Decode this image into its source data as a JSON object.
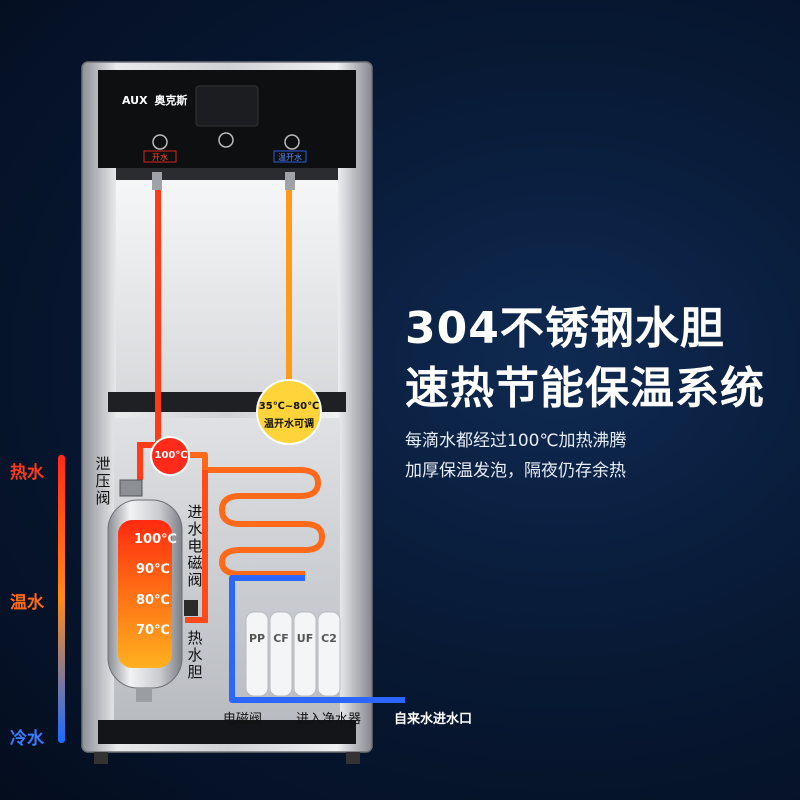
{
  "headline": {
    "line1": "304不锈钢水胆",
    "line2": "速热节能保温系统"
  },
  "features": [
    "每滴水都经过100℃加热沸腾",
    "加厚保温发泡，隔夜仍存余热"
  ],
  "brand": {
    "logo": "AUX",
    "name": "奥克斯"
  },
  "panel": {
    "hot_button": "开水",
    "warm_button": "温开水"
  },
  "scale": {
    "hot": "热水",
    "warm": "温水",
    "cold": "冷水"
  },
  "tank_temps": [
    "100℃",
    "90℃",
    "80℃",
    "70℃"
  ],
  "badges": {
    "boil": "100℃",
    "warm_range": "35℃~80℃",
    "warm_label": "温开水可调"
  },
  "labels": {
    "relief_valve": "泄压阀",
    "inlet_valve": "进水电磁阀",
    "hot_tank": "热水胆",
    "solenoid": "电磁阀",
    "to_purifier": "进入净水器",
    "tap_inlet": "自来水进水口"
  },
  "filters": [
    "PP",
    "CF",
    "UF",
    "C2"
  ],
  "colors": {
    "hot": "#ff3b1a",
    "warm": "#ff9a1a",
    "cold": "#2a66ff",
    "background": "#061633"
  }
}
